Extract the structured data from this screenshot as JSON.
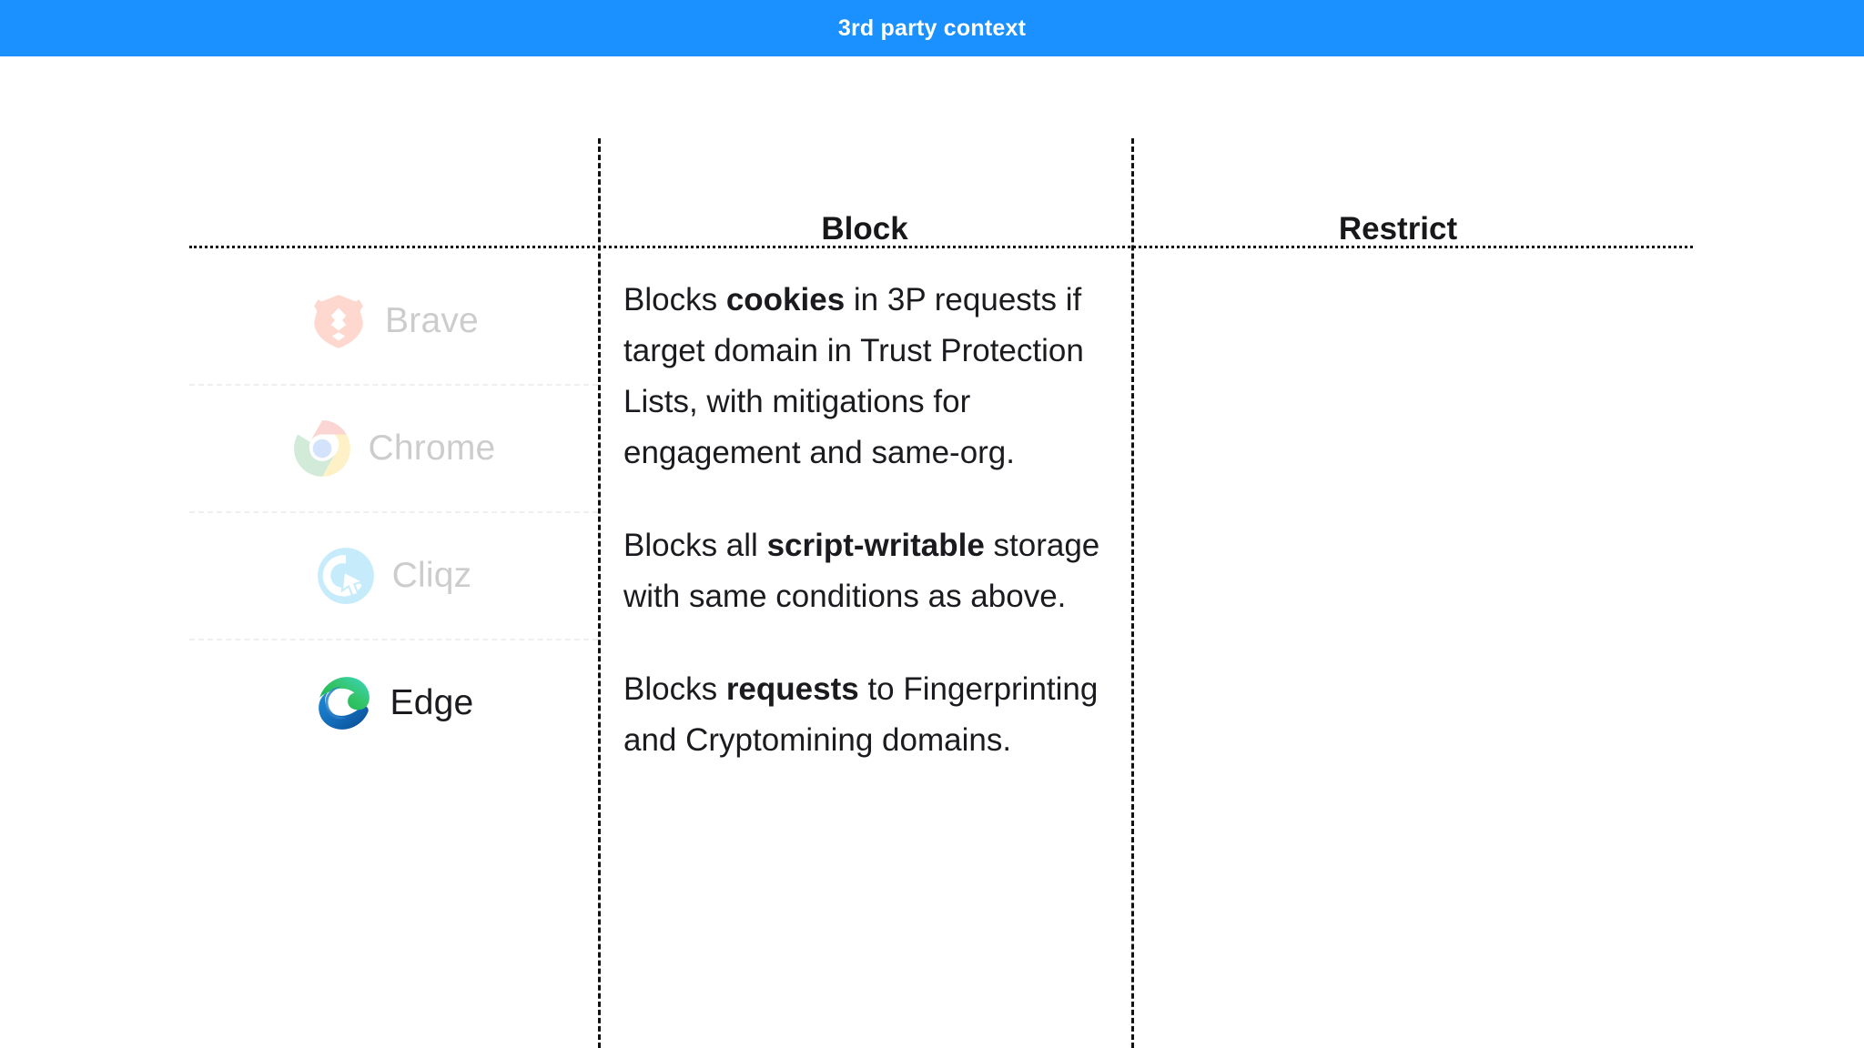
{
  "banner": {
    "title": "3rd party context",
    "background_color": "#1a91ff",
    "text_color": "#ffffff"
  },
  "table": {
    "columns": [
      {
        "key": "browser",
        "label": ""
      },
      {
        "key": "block",
        "label": "Block"
      },
      {
        "key": "restrict",
        "label": "Restrict"
      }
    ],
    "rows": [
      {
        "browser": "Brave",
        "icon": "brave-lion-icon",
        "muted": true
      },
      {
        "browser": "Chrome",
        "icon": "chrome-circle-icon",
        "muted": true
      },
      {
        "browser": "Cliqz",
        "icon": "cliqz-cursor-icon",
        "muted": true
      },
      {
        "browser": "Edge",
        "icon": "edge-swirl-icon",
        "muted": false
      }
    ],
    "block_cell": {
      "paragraphs": [
        {
          "parts": [
            {
              "text": "Blocks ",
              "bold": false
            },
            {
              "text": "cookies",
              "bold": true
            },
            {
              "text": " in 3P requests if target domain in Trust Protection Lists, with mitigations for engagement and same-org.",
              "bold": false
            }
          ]
        },
        {
          "parts": [
            {
              "text": "Blocks all ",
              "bold": false
            },
            {
              "text": "script-writable",
              "bold": true
            },
            {
              "text": " storage with same conditions as above.",
              "bold": false
            }
          ]
        },
        {
          "parts": [
            {
              "text": "Blocks ",
              "bold": false
            },
            {
              "text": "requests",
              "bold": true
            },
            {
              "text": " to Fingerprinting and Cryptomining domains.",
              "bold": false
            }
          ]
        }
      ]
    },
    "restrict_cell": {
      "paragraphs": []
    }
  },
  "colors": {
    "accent": "#1a91ff",
    "text": "#1b1b1f",
    "heading": "#18181b",
    "divider_dark": "#111111",
    "divider_light": "#b8b8bd",
    "page_background": "#ffffff"
  }
}
